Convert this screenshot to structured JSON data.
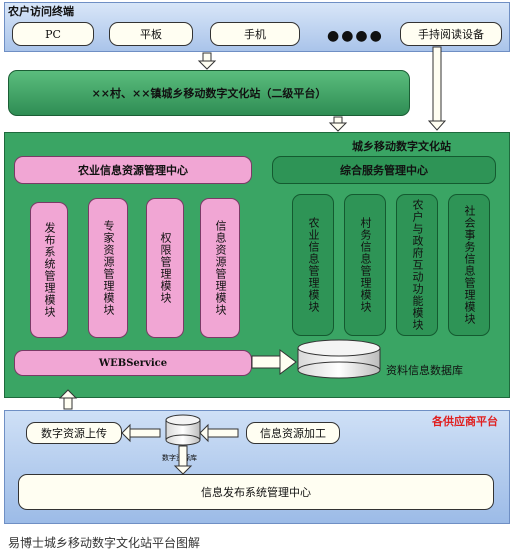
{
  "terminal": {
    "title": "农户访问终端",
    "buttons": [
      "PC",
      "平板",
      "手机",
      "手持阅读设备"
    ],
    "dots": "●●●●"
  },
  "secondary_platform": {
    "label": "××村、××镇城乡移动数字文化站（二级平台）"
  },
  "station": {
    "title": "城乡移动数字文化站",
    "agri_center": {
      "label": "农业信息资源管理中心",
      "modules": [
        "发布系统管理模块",
        "专家资源管理模块",
        "权限管理模块",
        "信息资源管理模块"
      ]
    },
    "service_center": {
      "label": "综合服务管理中心",
      "modules": [
        "农业信息管理模块",
        "村务信息管理模块",
        "农户与政府互动功能模块",
        "社会事务信息管理模块"
      ]
    },
    "webservice": "WEBService",
    "database": "资料信息数据库"
  },
  "supplier": {
    "title": "各供应商平台",
    "upload": "数字资源上传",
    "small_db": "数字资源库",
    "processing": "信息资源加工",
    "publish_center": "信息发布系统管理中心"
  },
  "caption": "易博士城乡移动数字文化站平台图解",
  "colors": {
    "terminal_blue": "#aac4ea",
    "station_green": "#3aa564",
    "module_pink": "#f1a6d4",
    "module_green": "#2e9456",
    "cream": "#fffef2",
    "supplier_red": "#e02020"
  }
}
